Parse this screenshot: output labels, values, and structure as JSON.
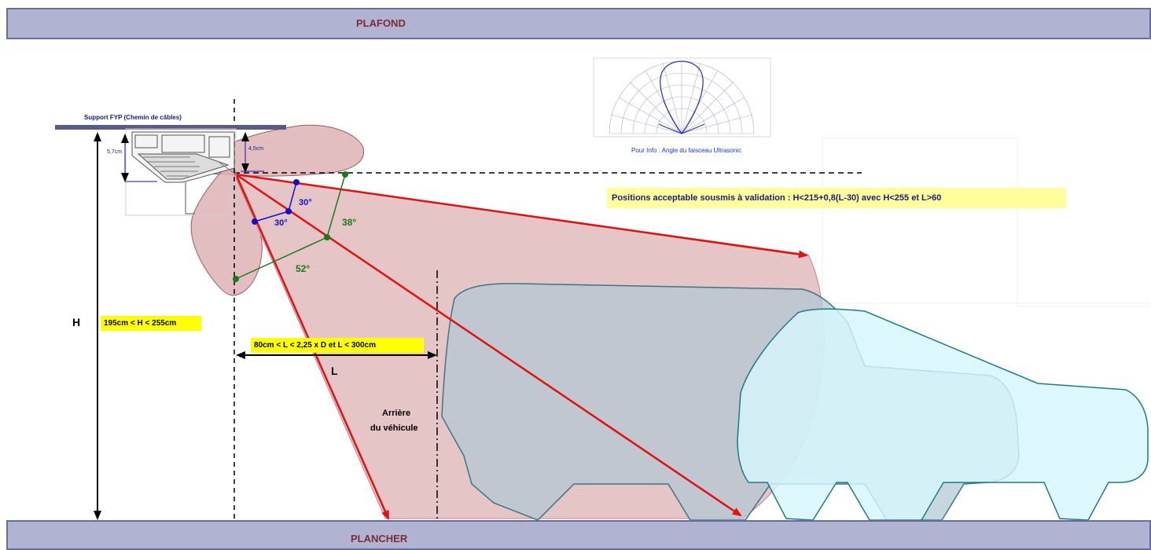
{
  "bands": {
    "ceiling_label": "PLAFOND",
    "floor_label": "PLANCHER"
  },
  "support": {
    "title": "Support FYP (Chemin de câbles)",
    "height_dim": "5,7cm",
    "offset_dim": "4,5cm"
  },
  "polar_chart": {
    "caption": "Pour Info : Angle du faisceau Ultrasonic"
  },
  "notes": {
    "acceptable_positions": "Positions acceptable sousmis à validation : H<215+0,8(L-30) avec H<255 et L>60",
    "height_range": "195cm < H < 255cm",
    "length_range": "80cm < L < 2,25 x D et L < 300cm"
  },
  "labels": {
    "H": "H",
    "L": "L",
    "vehicle_rear_line1": "Arrière",
    "vehicle_rear_line2": "du véhicule"
  },
  "angles": {
    "blue_upper": "30°",
    "blue_lower": "30°",
    "green_upper": "38°",
    "green_lower": "52°"
  },
  "colors": {
    "ceiling_band": "#b1b3d3",
    "beam_fill": "#dcaeb2",
    "ray_red": "#e41010",
    "car_blue_grey": "#c5d7e0",
    "car_cyan": "#d6f6fb",
    "note_yellow": "#ffff00",
    "angle_blue": "#1010d0",
    "angle_green": "#1a7a1a"
  }
}
